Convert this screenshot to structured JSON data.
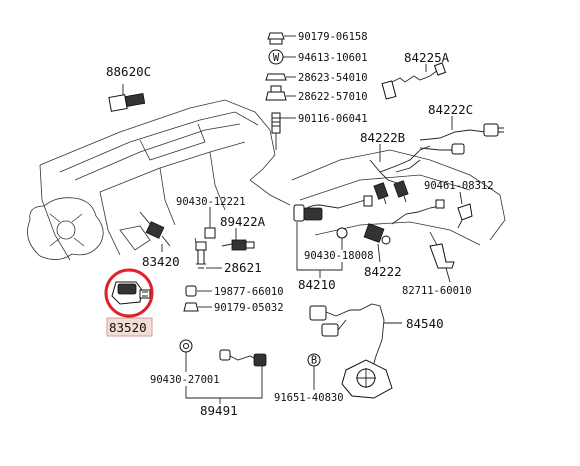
{
  "labels": {
    "p88620c": "88620C",
    "p90179_06158": "90179-06158",
    "p94613_10601": "94613-10601",
    "p28623_54010": "28623-54010",
    "p28622_57010": "28622-57010",
    "p90116_06041": "90116-06041",
    "p84225a": "84225A",
    "p84222c": "84222C",
    "p84222b": "84222B",
    "p90461_08312": "90461-08312",
    "p90430_12221": "90430-12221",
    "p89422a": "89422A",
    "p83420": "83420",
    "p28621": "28621",
    "p90430_18008": "90430-18008",
    "p84222": "84222",
    "p19877_66010": "19877-66010",
    "p84210": "84210",
    "p82711_60010": "82711-60010",
    "p90179_05032": "90179-05032",
    "p83520": "83520",
    "p84540": "84540",
    "p90430_27001": "90430-27001",
    "p89491": "89491",
    "p91651_40830": "91651-40830",
    "w_marker": "W",
    "b_marker": "B"
  },
  "colors": {
    "highlight_circle": "#e0202a",
    "highlight_box": "#f2dcd6",
    "ink": "#111111"
  }
}
